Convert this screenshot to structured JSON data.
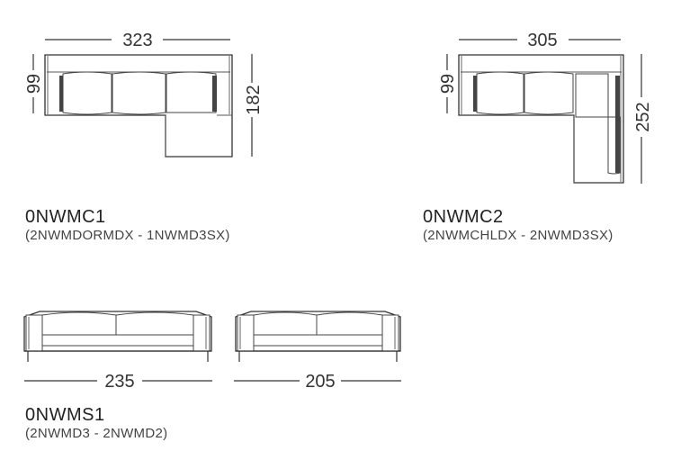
{
  "models": [
    {
      "code": "0NWMC1",
      "components": "(2NWMDORMDX - 1NWMD3SX)",
      "width": "323",
      "depth": "99",
      "chaise_depth": "182"
    },
    {
      "code": "0NWMC2",
      "components": "(2NWMCHLDX - 2NWMD3SX)",
      "width": "305",
      "depth": "99",
      "chaise_depth": "252"
    },
    {
      "code": "0NWMS1",
      "components": "(2NWMD3 - 2NWMD2)",
      "widths": [
        "235",
        "205"
      ]
    }
  ]
}
